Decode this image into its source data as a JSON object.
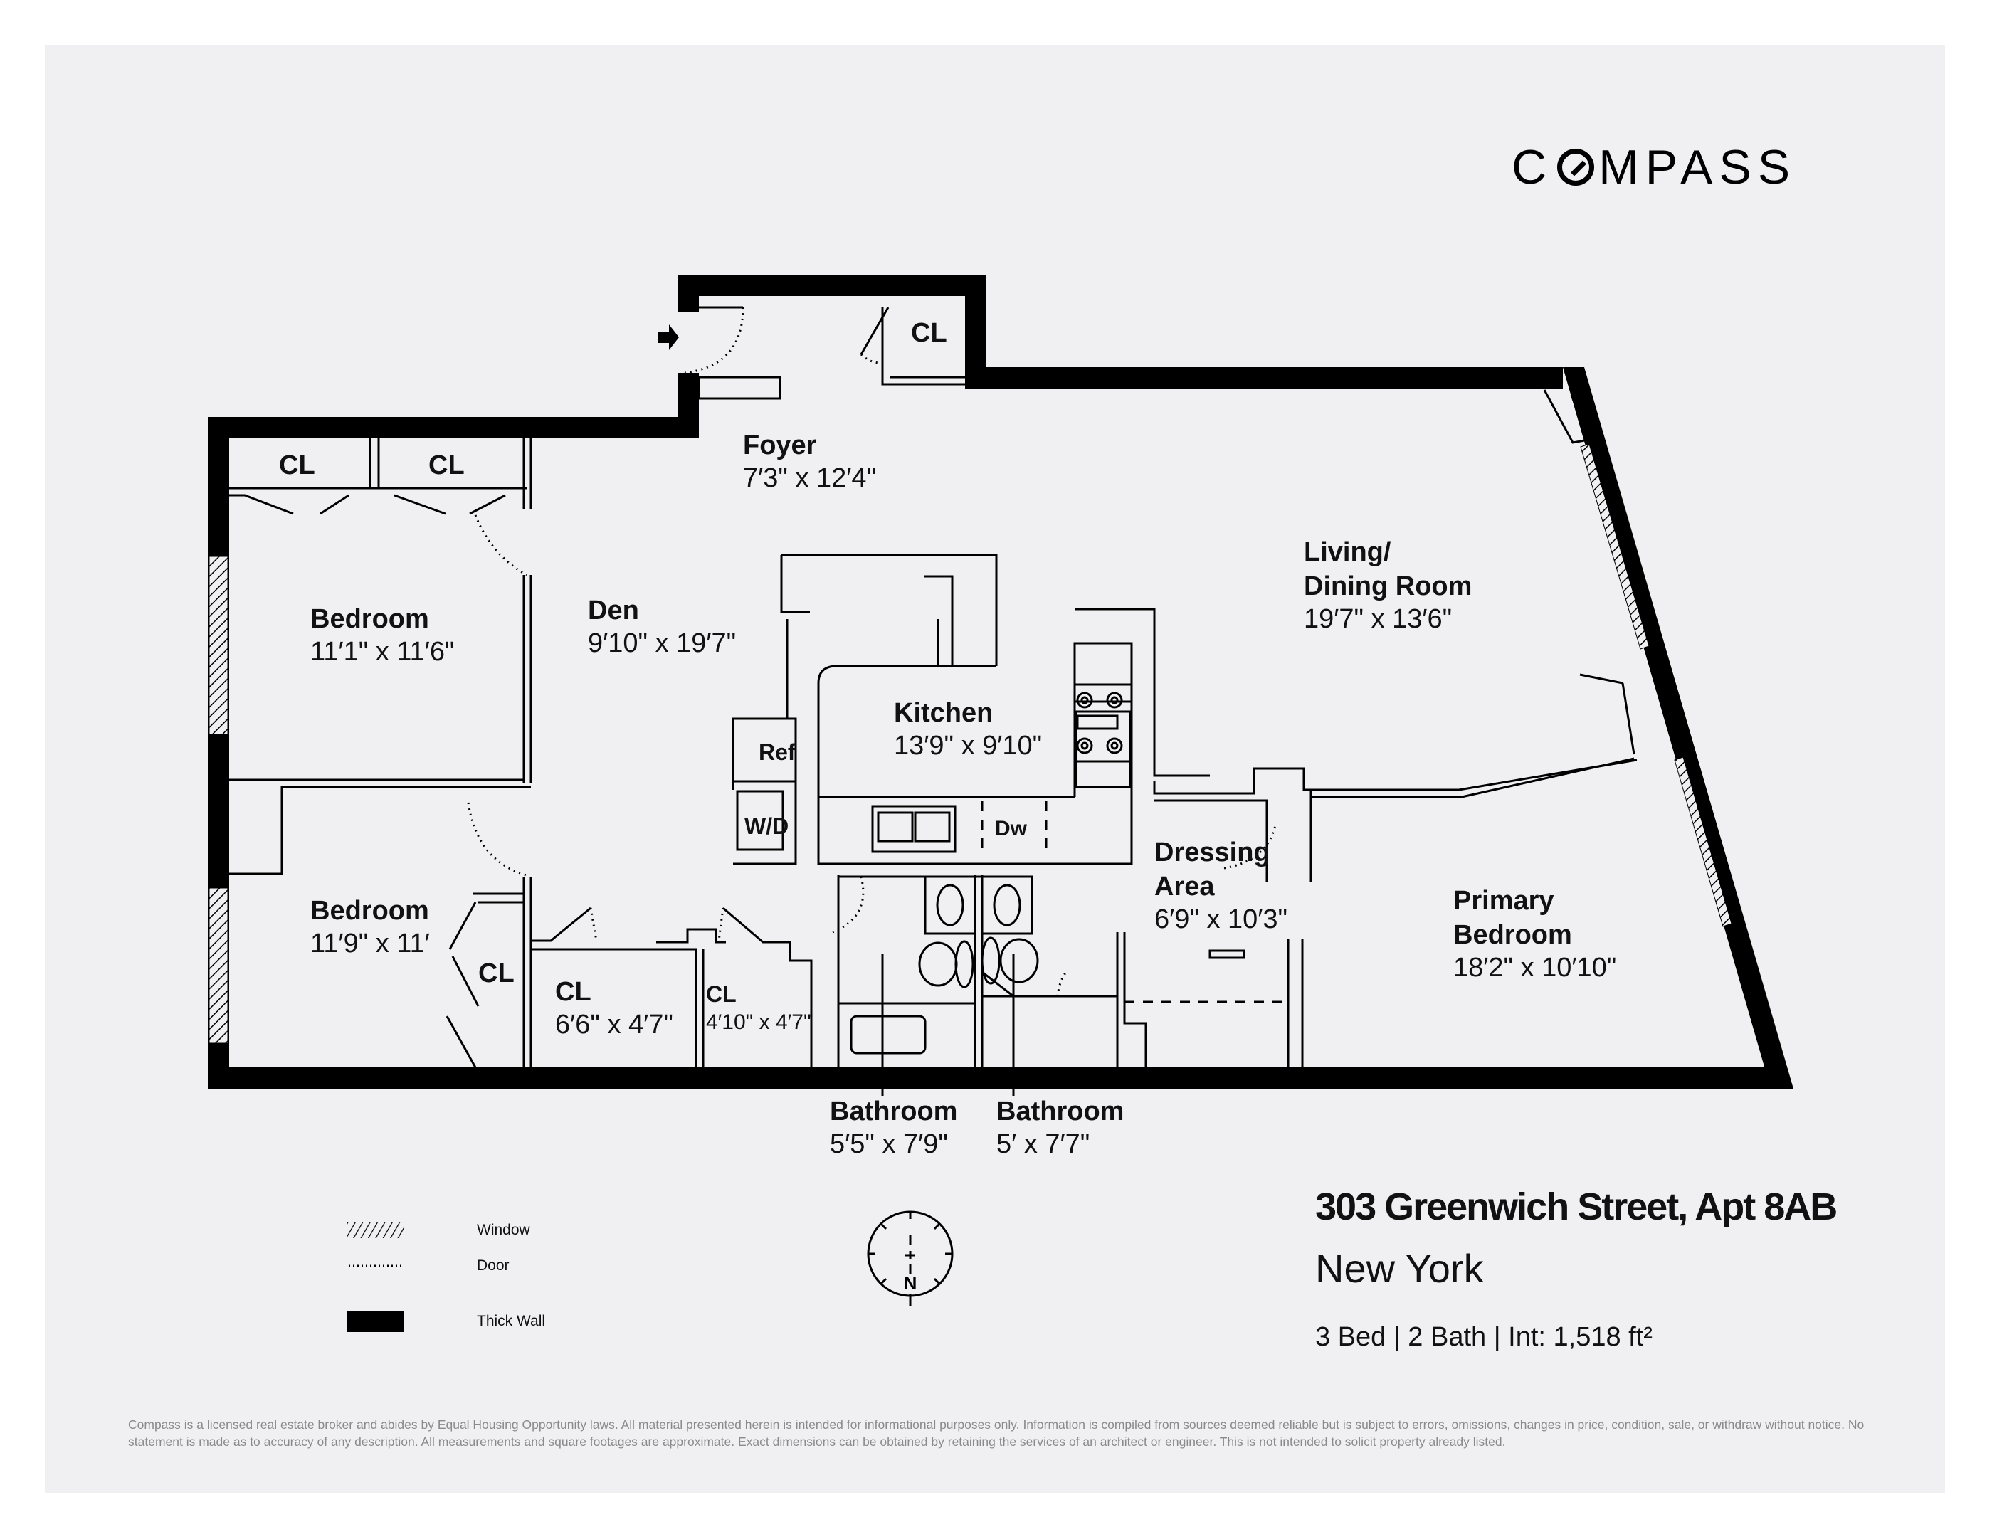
{
  "brand": {
    "logo_text": "COMPASS",
    "logo_parts": [
      "C",
      "MPASS"
    ]
  },
  "colors": {
    "page_bg": "#ffffff",
    "panel_bg": "#f0f0f2",
    "wall": "#000000",
    "text": "#111111",
    "disclaimer": "#8a8a8c"
  },
  "rooms": {
    "foyer": {
      "name": "Foyer",
      "dims": "7′3\" x 12′4\""
    },
    "den": {
      "name": "Den",
      "dims": "9′10\" x 19′7\""
    },
    "bedroom1": {
      "name": "Bedroom",
      "dims": "11′1\" x 11′6\""
    },
    "bedroom2": {
      "name": "Bedroom",
      "dims": "11′9\" x 11′"
    },
    "kitchen": {
      "name": "Kitchen",
      "dims": "13′9\" x 9′10\""
    },
    "living": {
      "name_line1": "Living/",
      "name_line2": "Dining Room",
      "dims": "19′7\" x 13′6\""
    },
    "dressing": {
      "name_line1": "Dressing",
      "name_line2": "Area",
      "dims": "6′9\" x 10′3\""
    },
    "primary": {
      "name_line1": "Primary",
      "name_line2": "Bedroom",
      "dims": "18′2\" x 10′10\""
    },
    "closet_large": {
      "name": "CL",
      "dims": "6′6\" x 4′7\""
    },
    "closet_small": {
      "name": "CL",
      "dims": "4′10\" x 4′7\""
    },
    "bath1": {
      "name": "Bathroom",
      "dims": "5′5\" x 7′9\""
    },
    "bath2": {
      "name": "Bathroom",
      "dims": "5′ x 7′7\""
    }
  },
  "closet_labels": {
    "foyer_cl": "CL",
    "bed1_cl_left": "CL",
    "bed1_cl_right": "CL",
    "bed2_cl": "CL"
  },
  "fixtures": {
    "refrigerator": "Ref",
    "washer_dryer": "W/D",
    "dishwasher": "Dw"
  },
  "legend": {
    "items": [
      {
        "symbol": "window-hatch",
        "label": "Window"
      },
      {
        "symbol": "door-dotted",
        "label": "Door"
      },
      {
        "symbol": "thick-wall",
        "label": "Thick Wall"
      }
    ]
  },
  "compass": {
    "north_label": "N"
  },
  "property": {
    "address": "303 Greenwich Street, Apt 8AB",
    "city": "New York",
    "facts": "3 Bed | 2 Bath | Int: 1,518 ft²"
  },
  "disclaimer": "Compass is a licensed real estate broker and abides by Equal Housing Opportunity laws. All material presented herein is intended for informational purposes only. Information is compiled from sources deemed reliable but is subject to errors, omissions, changes in price, condition, sale, or withdraw without notice. No statement is made as to accuracy of any description. All measurements and square footages are approximate. Exact dimensions can be obtained by retaining the services of an architect or engineer. This is not intended to solicit property already listed."
}
